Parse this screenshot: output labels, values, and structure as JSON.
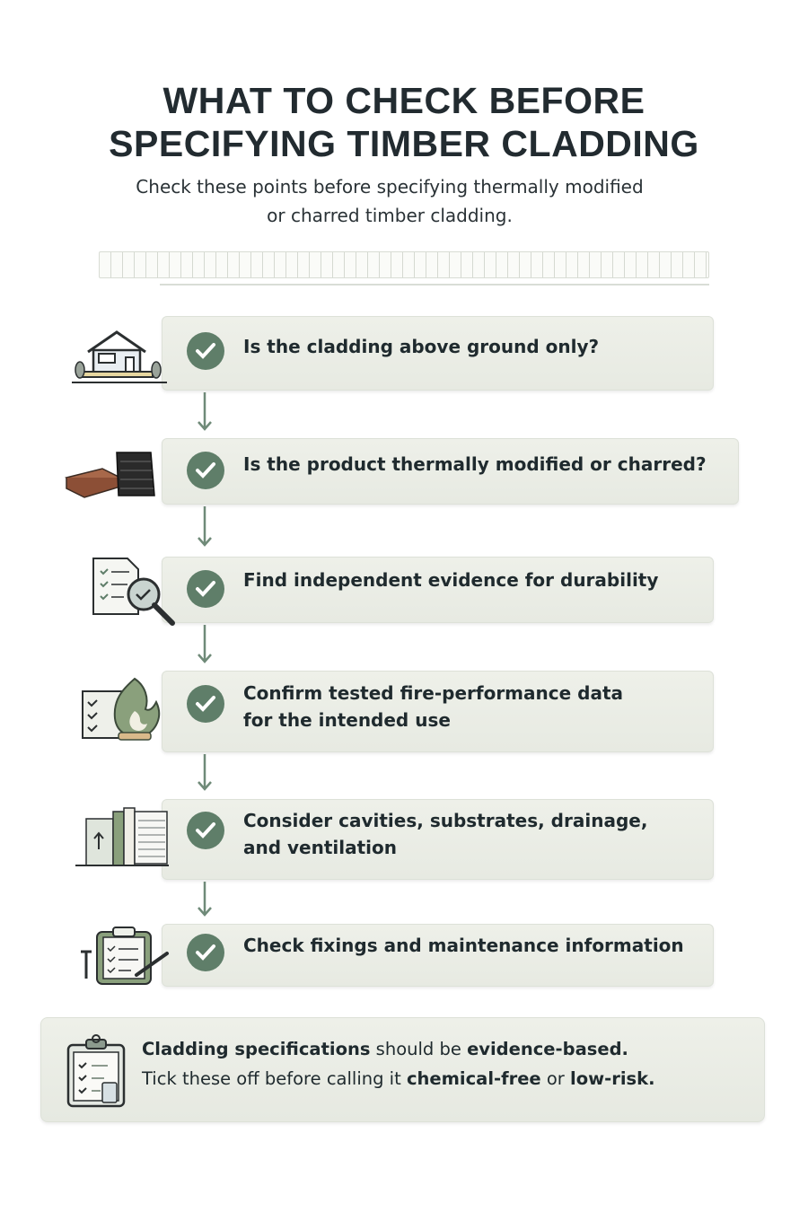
{
  "header": {
    "title_line1": "WHAT TO CHECK BEFORE",
    "title_line2": "SPECIFYING TIMBER CLADDING",
    "subtitle_line1": "Check these points before specifying thermally modified",
    "subtitle_line2": "or charred timber cladding."
  },
  "colors": {
    "accent": "#5f7e69",
    "card": "#eceee7",
    "text": "#1f2a2e"
  },
  "steps": [
    {
      "icon": "house-icon",
      "line1": "Is the cladding above ground only?",
      "line2": ""
    },
    {
      "icon": "timber-boards-icon",
      "line1": "Is the product thermally modified or charred?",
      "line2": ""
    },
    {
      "icon": "document-magnifier-icon",
      "line1": "Find independent evidence for durability",
      "line2": ""
    },
    {
      "icon": "fire-checklist-icon",
      "line1": "Confirm tested fire-performance data",
      "line2": "for the intended use"
    },
    {
      "icon": "wall-layers-icon",
      "line1": "Consider cavities, substrates, drainage,",
      "line2": "and ventilation"
    },
    {
      "icon": "clipboard-screw-icon",
      "line1": "Check fixings and maintenance information",
      "line2": ""
    }
  ],
  "footer": {
    "icon": "clipboard-checklist-icon",
    "l1a": "Cladding specifications",
    "l1b": " should be ",
    "l1c": "evidence-based.",
    "l2a": "Tick these off before calling it ",
    "l2b": "chemical-free",
    "l2c": " or ",
    "l2d": "low-risk."
  }
}
